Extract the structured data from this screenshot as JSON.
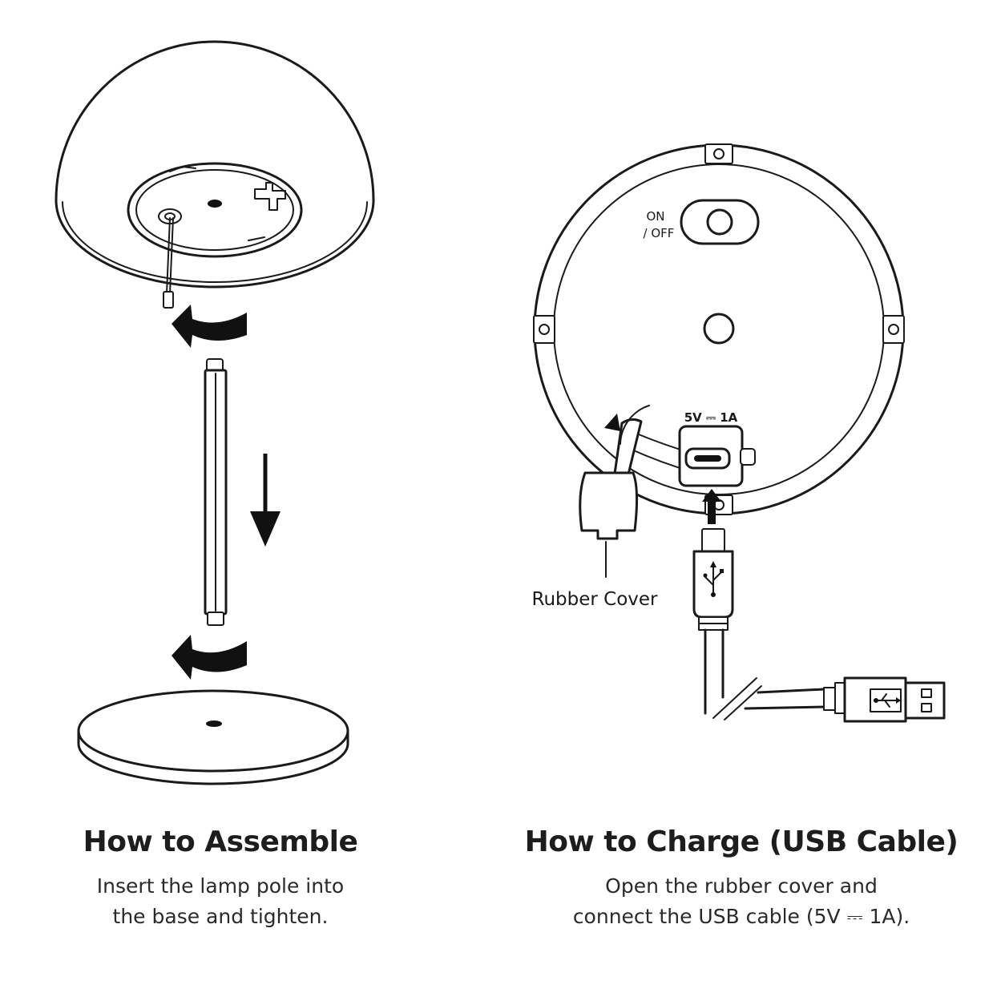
{
  "assemble": {
    "title": "How to Assemble",
    "line1": "Insert the lamp pole into",
    "line2": "the base and tighten."
  },
  "charge": {
    "title": "How to Charge (USB Cable)",
    "line1": "Open the rubber cover and",
    "line2": "connect the USB cable (5V ⎓ 1A)."
  },
  "labels": {
    "on": "ON",
    "off": "/ OFF",
    "rating": "5V ⎓ 1A",
    "rubber_cover": "Rubber Cover"
  },
  "colors": {
    "line": "#1a1a1a",
    "background": "#ffffff"
  }
}
